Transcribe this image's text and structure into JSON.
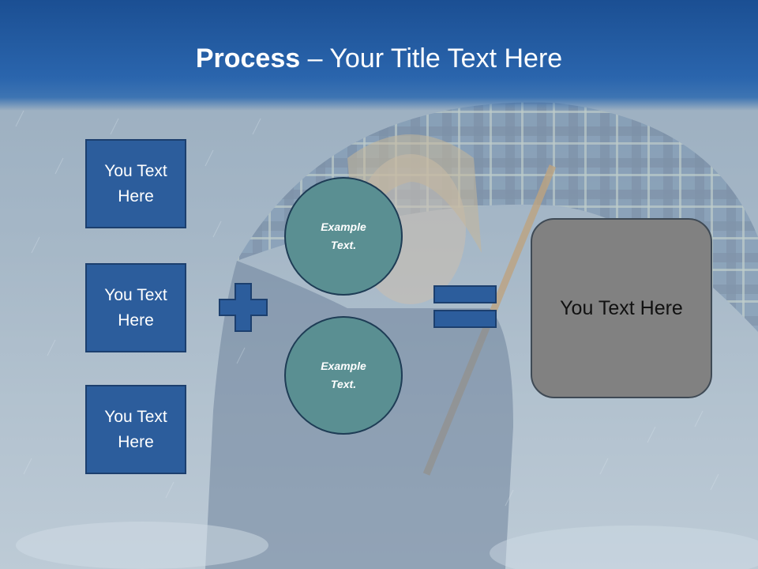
{
  "header": {
    "title_bold": "Process",
    "title_rest": " – Your Title Text Here"
  },
  "left_boxes": [
    {
      "label": "You Text Here"
    },
    {
      "label": "You Text Here"
    },
    {
      "label": "You Text Here"
    }
  ],
  "circles": [
    {
      "label": "Example Text."
    },
    {
      "label": "Example Text."
    }
  ],
  "result_box": {
    "label": "You Text Here"
  },
  "colors": {
    "header": "#2a65ad",
    "box_fill": "#2c5d9c",
    "circle_fill": "#5a8f92",
    "result_fill": "#818181",
    "operator_fill": "#2c5d9c"
  },
  "icons": {
    "plus": "plus-icon",
    "equals": "equals-icon"
  }
}
